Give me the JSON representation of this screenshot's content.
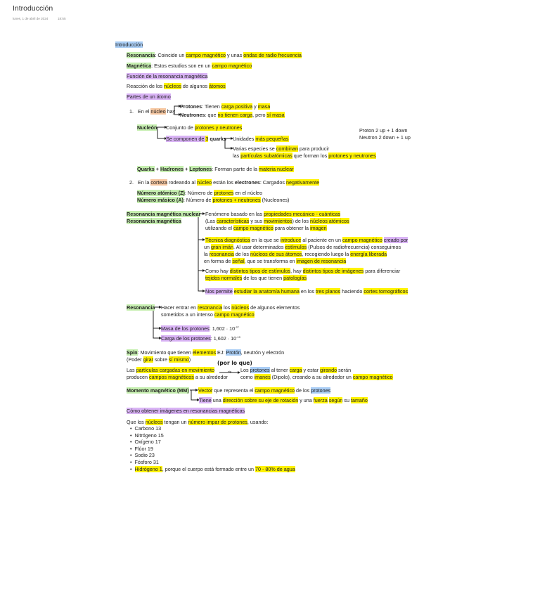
{
  "page": {
    "title": "Introducción",
    "date": "lunes, 1 de abril de 2024",
    "time": "18:55"
  },
  "heading": "Introducción",
  "l_res1": "Resonancia",
  "l_res2": ": Coincide un ",
  "l_res3": "campo magnético",
  "l_res4": " y unas ",
  "l_res5": "ondas de radio frecuencia",
  "l_mag1": "Magnética",
  "l_mag2": ": Estos estudios son en un ",
  "l_mag3": "campo magnético",
  "l_func": "Función de la resonancia magnética",
  "l_reac1": "Reacción de los ",
  "l_reac2": "núcleos",
  "l_reac3": " de algunos ",
  "l_reac4": "átomos",
  "l_partes": "Partes de un átomo",
  "i1_num": "1.",
  "i1_a": "En el ",
  "i1_b": "núcleo",
  "i1_c": " hay",
  "prot1": "Protones",
  "prot2": ": Tienen ",
  "prot3": "carga positiva",
  "prot4": " y ",
  "prot5": "masa",
  "neut1": "Neutrones",
  "neut2": ": que ",
  "neut3": "no tienen carga",
  "neut4": ", pero ",
  "neut5": "sí masa",
  "nuc1": "Nucleón",
  "nuc2": "Conjunto de ",
  "nuc3": "protones y neutrones",
  "comp1": "Se componen de ",
  "comp2": "3",
  "comp3": " quarks",
  "unid1": "Unidades ",
  "unid2": "más pequeñas",
  "var1": "Varias especies se ",
  "var2": "combinan",
  "var3": " para producir",
  "var4": "las ",
  "var5": "partículas subatómicas",
  "var6": " que forman los ",
  "var7": "protones y neutrones",
  "side1": "Proton 2 up + 1 down",
  "side2": "Neutron 2 down + 1 up",
  "qh1": "Quarks",
  "qh2": " + ",
  "qh3": "Hadrones",
  "qh4": " + ",
  "qh5": "Leptones",
  "qh6": ": Forman parte de la ",
  "qh7": "materia nuclear",
  "i2_num": "2.",
  "i2_a": "En la ",
  "i2_b": "corteza",
  "i2_c": " rodeando al ",
  "i2_d": "núcleo",
  "i2_e": " están los ",
  "i2_f": "electrones",
  "i2_g": ": Cargados ",
  "i2_h": "negativamente",
  "za1": "Número atómico (Z)",
  "za2": ": Número de ",
  "za3": "protones",
  "za4": " en el núcleo",
  "ma1": "Número másico (A)",
  "ma2": ": Número de ",
  "ma3": "protones + neutrones",
  "ma4": " (Nucleones)",
  "rmn1": "Resonancia magnética nuclear",
  "rmn2": "Resonancia magnética",
  "f1a": "Fenómeno basado en las ",
  "f1b": "propiedades mecánico - cuánticas",
  "f2a": "(Las ",
  "f2b": "características",
  "f2c": " y sus ",
  "f2d": "movimientos",
  "f2e": ") de los ",
  "f2f": "núcleos atómicos",
  "f3a": "utilizando el ",
  "f3b": "campo magnético",
  "f3c": " para obtener la ",
  "f3d": "imagen",
  "t1a": "Técnica diagnóstica",
  "t1b": " en la que se ",
  "t1c": "introduce",
  "t1d": " al paciente en un ",
  "t1e": "campo magnético",
  "t1f": " ",
  "t1g": "creado por",
  "t2a": "un ",
  "t2b": "gran imán",
  "t2c": ". Al usar determinados ",
  "t2d": "estímulos",
  "t2e": " (Pulsos de radiofrecuencia) conseguimos",
  "t3a": "la ",
  "t3b": "resonancia",
  "t3c": " de los ",
  "t3d": "núcleos de sus átomos",
  "t3e": ", recogiendo luego la ",
  "t3f": "energía liberada",
  "t4a": "en forma de ",
  "t4b": "señal",
  "t4c": ", que se transforma en ",
  "t4d": "imagen de resonancia",
  "c1a": "Como hay ",
  "c1b": "distintos tipos de estímulos",
  "c1c": ", hay ",
  "c1d": "distintos tipos de imágenes",
  "c1e": " para diferenciar",
  "c2a": "tejidos normales",
  "c2b": " de los que tienen ",
  "c2c": "patologías",
  "n1a": "Nos permite",
  "n1b": " ",
  "n1c": "estudiar la anatomía humana",
  "n1d": " en los ",
  "n1e": "tres planos",
  "n1f": " haciendo ",
  "n1g": "cortes tomográficos",
  "rs": "Resonancia",
  "h1a": "Hacer entrar en ",
  "h1b": "resonancia",
  "h1c": " los ",
  "h1d": "núcleos",
  "h1e": " de algunos elementos",
  "h2a": "sometidos a un intenso ",
  "h2b": "campo magnético",
  "mp1": "Masa de los protones",
  "mp2": ": 1,602 · 10",
  "mp3": "-27",
  "cp1": "Carga de los protones",
  "cp2": ": 1,602 · 10",
  "cp3": "-19",
  "sp1": "Spin",
  "sp2": ": Movimiento que tienen ",
  "sp3": "elementos",
  "sp4": " EJ: ",
  "sp5": "Protón",
  "sp6": ", neutrón y electrón",
  "pg1": "(Poder ",
  "pg2": "girar",
  "pg3": " sobre ",
  "pg4": "sí mismo",
  "pg5": ")",
  "porque": "(por lo que)",
  "sig": "sig",
  "pc1": "Las ",
  "pc2": "partículas cargadas en movimiento",
  "pc3": "producen ",
  "pc4": "campos magnéticos",
  "pc5": " a su alrededor",
  "lp1": "Los ",
  "lp2": "protones",
  "lp3": " al tener ",
  "lp4": "carga",
  "lp5": " y estar ",
  "lp6": "girando",
  "lp7": " serán",
  "lp8": "como ",
  "lp9": "imanes",
  "lp10": " (Dipolo), creando a su alrededor un ",
  "lp11": "campo magnético",
  "mm1": "Momento magnético (MM)",
  "mm2": "Vector",
  "mm3": " que representa el ",
  "mm4": "campo magnético",
  "mm5": " de los ",
  "mm6": "protones",
  "ti1": "Tiene",
  "ti2": " una ",
  "ti3": "dirección sobre su eje de rotación",
  "ti4": " y una ",
  "ti5": "fuerza",
  "ti6": " ",
  "ti7": "según",
  "ti8": " su ",
  "ti9": "tamaño",
  "como": "Cómo obtener imágenes en resonancias magnéticas",
  "qn1": "Que los ",
  "qn2": "núcleos",
  "qn3": " tengan un ",
  "qn4": "número impar de protones",
  "qn5": ", usando:",
  "elements": [
    "Carbono 13",
    "Nitrógeno 15",
    "Oxígeno 17",
    "Flúor 19",
    "Sodio 23",
    "Fósforo 31"
  ],
  "h_last1": "Hidrógeno 1",
  "h_last2": ", porque el cuerpo está formado entre un ",
  "h_last3": "70 - 80% de agua"
}
